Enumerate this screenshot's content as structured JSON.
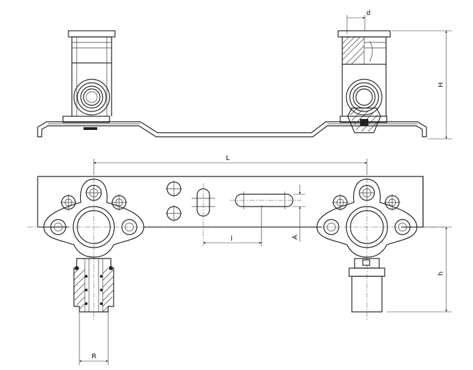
{
  "dimensions": {
    "d": "d",
    "H": "H",
    "L": "L",
    "l": "l",
    "A": "A",
    "h": "h",
    "R": "R"
  }
}
